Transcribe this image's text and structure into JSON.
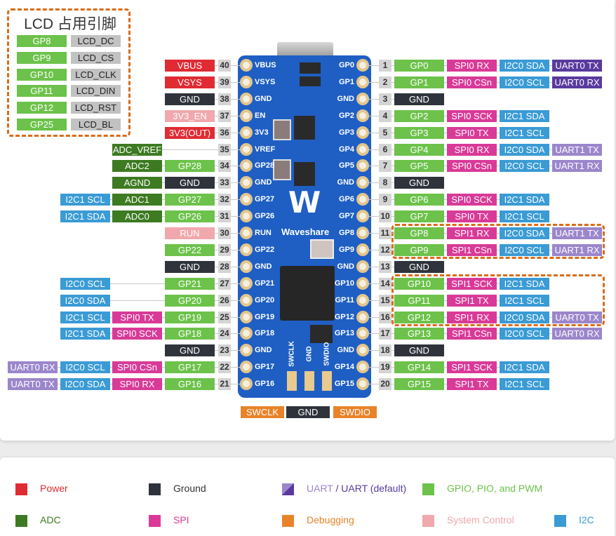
{
  "colors": {
    "power": "#e02b33",
    "ground": "#2f333b",
    "uart": "#9b86cc",
    "uart_default": "#5a3a9e",
    "gpio": "#6cc24a",
    "adc": "#3d7a22",
    "spi": "#d93a98",
    "debug": "#e8832a",
    "sysctl": "#f0a8ad",
    "i2c": "#3a9bd5",
    "lcd_fn": "#c2c2c2",
    "highlight": "#d96c1a",
    "board": "#1f5fc4"
  },
  "lcd_box": {
    "title": "LCD 占用引脚",
    "rows": [
      {
        "gpio": "GP8",
        "function": "LCD_DC"
      },
      {
        "gpio": "GP9",
        "function": "LCD_CS"
      },
      {
        "gpio": "GP10",
        "function": "LCD_CLK"
      },
      {
        "gpio": "GP11",
        "function": "LCD_DIN"
      },
      {
        "gpio": "GP12",
        "function": "LCD_RST"
      },
      {
        "gpio": "GP25",
        "function": "LCD_BL"
      }
    ]
  },
  "board": {
    "brand": "Waveshare",
    "left_silk": [
      "VBUS",
      "VSYS",
      "GND",
      "EN",
      "3V3",
      "VREF",
      "GP28",
      "GND",
      "GP27",
      "GP26",
      "RUN",
      "GP22",
      "GND",
      "GP21",
      "GP20",
      "GP19",
      "GP18",
      "GND",
      "GP17",
      "GP16"
    ],
    "right_silk": [
      "GP0",
      "GP1",
      "GND",
      "GP2",
      "GP3",
      "GP4",
      "GP5",
      "GND",
      "GP6",
      "GP7",
      "GP8",
      "GP9",
      "GND",
      "GP10",
      "GP11",
      "GP12",
      "GP13",
      "GND",
      "GP14",
      "GP15"
    ],
    "swd_silk": [
      "SWCLK",
      "GND",
      "SWDIO"
    ]
  },
  "left_pins": [
    {
      "num": "40",
      "labels": [
        {
          "t": "VBUS",
          "c": "power",
          "col": 0
        }
      ]
    },
    {
      "num": "39",
      "labels": [
        {
          "t": "VSYS",
          "c": "power",
          "col": 0
        }
      ]
    },
    {
      "num": "38",
      "labels": [
        {
          "t": "GND",
          "c": "ground",
          "col": 0
        }
      ]
    },
    {
      "num": "37",
      "labels": [
        {
          "t": "3V3_EN",
          "c": "sysctl",
          "col": 0
        }
      ]
    },
    {
      "num": "36",
      "labels": [
        {
          "t": "3V3(OUT)",
          "c": "power",
          "col": 0
        }
      ]
    },
    {
      "num": "35",
      "labels": [
        {
          "t": "ADC_VREF",
          "c": "adc",
          "col": 1
        }
      ]
    },
    {
      "num": "34",
      "labels": [
        {
          "t": "GP28",
          "c": "gpio",
          "col": 0
        },
        {
          "t": "ADC2",
          "c": "adc",
          "col": 1
        }
      ]
    },
    {
      "num": "33",
      "labels": [
        {
          "t": "GND",
          "c": "ground",
          "col": 0
        },
        {
          "t": "AGND",
          "c": "adc",
          "col": 1
        }
      ]
    },
    {
      "num": "32",
      "labels": [
        {
          "t": "GP27",
          "c": "gpio",
          "col": 0
        },
        {
          "t": "ADC1",
          "c": "adc",
          "col": 1
        },
        {
          "t": "I2C1 SCL",
          "c": "i2c",
          "col": 2
        }
      ]
    },
    {
      "num": "31",
      "labels": [
        {
          "t": "GP26",
          "c": "gpio",
          "col": 0
        },
        {
          "t": "ADC0",
          "c": "adc",
          "col": 1
        },
        {
          "t": "I2C1 SDA",
          "c": "i2c",
          "col": 2
        }
      ]
    },
    {
      "num": "30",
      "labels": [
        {
          "t": "RUN",
          "c": "sysctl",
          "col": 0
        }
      ]
    },
    {
      "num": "29",
      "labels": [
        {
          "t": "GP22",
          "c": "gpio",
          "col": 0
        }
      ]
    },
    {
      "num": "28",
      "labels": [
        {
          "t": "GND",
          "c": "ground",
          "col": 0
        }
      ]
    },
    {
      "num": "27",
      "labels": [
        {
          "t": "GP21",
          "c": "gpio",
          "col": 0
        },
        {
          "t": "I2C0 SCL",
          "c": "i2c",
          "col": 2
        }
      ]
    },
    {
      "num": "26",
      "labels": [
        {
          "t": "GP20",
          "c": "gpio",
          "col": 0
        },
        {
          "t": "I2C0 SDA",
          "c": "i2c",
          "col": 2
        }
      ]
    },
    {
      "num": "25",
      "labels": [
        {
          "t": "GP19",
          "c": "gpio",
          "col": 0
        },
        {
          "t": "SPI0 TX",
          "c": "spi",
          "col": 1
        },
        {
          "t": "I2C1 SCL",
          "c": "i2c",
          "col": 2
        }
      ]
    },
    {
      "num": "24",
      "labels": [
        {
          "t": "GP18",
          "c": "gpio",
          "col": 0
        },
        {
          "t": "SPI0 SCK",
          "c": "spi",
          "col": 1
        },
        {
          "t": "I2C1 SDA",
          "c": "i2c",
          "col": 2
        }
      ]
    },
    {
      "num": "23",
      "labels": [
        {
          "t": "GND",
          "c": "ground",
          "col": 0
        }
      ]
    },
    {
      "num": "22",
      "labels": [
        {
          "t": "GP17",
          "c": "gpio",
          "col": 0
        },
        {
          "t": "SPI0 CSn",
          "c": "spi",
          "col": 1
        },
        {
          "t": "I2C0 SCL",
          "c": "i2c",
          "col": 2
        },
        {
          "t": "UART0 RX",
          "c": "uart",
          "col": 3
        }
      ]
    },
    {
      "num": "21",
      "labels": [
        {
          "t": "GP16",
          "c": "gpio",
          "col": 0
        },
        {
          "t": "SPI0 RX",
          "c": "spi",
          "col": 1
        },
        {
          "t": "I2C0 SDA",
          "c": "i2c",
          "col": 2
        },
        {
          "t": "UART0 TX",
          "c": "uart",
          "col": 3
        }
      ]
    }
  ],
  "right_pins": [
    {
      "num": "1",
      "labels": [
        {
          "t": "GP0",
          "c": "gpio"
        },
        {
          "t": "SPI0 RX",
          "c": "spi"
        },
        {
          "t": "I2C0 SDA",
          "c": "i2c"
        },
        {
          "t": "UART0 TX",
          "c": "uart_default"
        }
      ]
    },
    {
      "num": "2",
      "labels": [
        {
          "t": "GP1",
          "c": "gpio"
        },
        {
          "t": "SPI0 CSn",
          "c": "spi"
        },
        {
          "t": "I2C0 SCL",
          "c": "i2c"
        },
        {
          "t": "UART0 RX",
          "c": "uart_default"
        }
      ]
    },
    {
      "num": "3",
      "labels": [
        {
          "t": "GND",
          "c": "ground"
        }
      ]
    },
    {
      "num": "4",
      "labels": [
        {
          "t": "GP2",
          "c": "gpio"
        },
        {
          "t": "SPI0 SCK",
          "c": "spi"
        },
        {
          "t": "I2C1 SDA",
          "c": "i2c"
        }
      ]
    },
    {
      "num": "5",
      "labels": [
        {
          "t": "GP3",
          "c": "gpio"
        },
        {
          "t": "SPI0 TX",
          "c": "spi"
        },
        {
          "t": "I2C1 SCL",
          "c": "i2c"
        }
      ]
    },
    {
      "num": "6",
      "labels": [
        {
          "t": "GP4",
          "c": "gpio"
        },
        {
          "t": "SPI0 RX",
          "c": "spi"
        },
        {
          "t": "I2C0 SDA",
          "c": "i2c"
        },
        {
          "t": "UART1 TX",
          "c": "uart"
        }
      ]
    },
    {
      "num": "7",
      "labels": [
        {
          "t": "GP5",
          "c": "gpio"
        },
        {
          "t": "SPI0 CSn",
          "c": "spi"
        },
        {
          "t": "I2C0 SCL",
          "c": "i2c"
        },
        {
          "t": "UART1 RX",
          "c": "uart"
        }
      ]
    },
    {
      "num": "8",
      "labels": [
        {
          "t": "GND",
          "c": "ground"
        }
      ]
    },
    {
      "num": "9",
      "labels": [
        {
          "t": "GP6",
          "c": "gpio"
        },
        {
          "t": "SPI0 SCK",
          "c": "spi"
        },
        {
          "t": "I2C1 SDA",
          "c": "i2c"
        }
      ]
    },
    {
      "num": "10",
      "labels": [
        {
          "t": "GP7",
          "c": "gpio"
        },
        {
          "t": "SPI0 TX",
          "c": "spi"
        },
        {
          "t": "I2C1 SCL",
          "c": "i2c"
        }
      ]
    },
    {
      "num": "11",
      "labels": [
        {
          "t": "GP8",
          "c": "gpio"
        },
        {
          "t": "SPI1 RX",
          "c": "spi"
        },
        {
          "t": "I2C0 SDA",
          "c": "i2c"
        },
        {
          "t": "UART1 TX",
          "c": "uart"
        }
      ]
    },
    {
      "num": "12",
      "labels": [
        {
          "t": "GP9",
          "c": "gpio"
        },
        {
          "t": "SPI1 CSn",
          "c": "spi"
        },
        {
          "t": "I2C0 SCL",
          "c": "i2c"
        },
        {
          "t": "UART1 RX",
          "c": "uart"
        }
      ]
    },
    {
      "num": "13",
      "labels": [
        {
          "t": "GND",
          "c": "ground"
        }
      ]
    },
    {
      "num": "14",
      "labels": [
        {
          "t": "GP10",
          "c": "gpio"
        },
        {
          "t": "SPI1 SCK",
          "c": "spi"
        },
        {
          "t": "I2C1 SDA",
          "c": "i2c"
        }
      ]
    },
    {
      "num": "15",
      "labels": [
        {
          "t": "GP11",
          "c": "gpio"
        },
        {
          "t": "SPI1 TX",
          "c": "spi"
        },
        {
          "t": "I2C1 SCL",
          "c": "i2c"
        }
      ]
    },
    {
      "num": "16",
      "labels": [
        {
          "t": "GP12",
          "c": "gpio"
        },
        {
          "t": "SPI1 RX",
          "c": "spi"
        },
        {
          "t": "I2C0 SDA",
          "c": "i2c"
        },
        {
          "t": "UART0 TX",
          "c": "uart"
        }
      ]
    },
    {
      "num": "17",
      "labels": [
        {
          "t": "GP13",
          "c": "gpio"
        },
        {
          "t": "SPI1 CSn",
          "c": "spi"
        },
        {
          "t": "I2C0 SCL",
          "c": "i2c"
        },
        {
          "t": "UART0 RX",
          "c": "uart"
        }
      ]
    },
    {
      "num": "18",
      "labels": [
        {
          "t": "GND",
          "c": "ground"
        }
      ]
    },
    {
      "num": "19",
      "labels": [
        {
          "t": "GP14",
          "c": "gpio"
        },
        {
          "t": "SPI1 SCK",
          "c": "spi"
        },
        {
          "t": "I2C1 SDA",
          "c": "i2c"
        }
      ]
    },
    {
      "num": "20",
      "labels": [
        {
          "t": "GP15",
          "c": "gpio"
        },
        {
          "t": "SPI1 TX",
          "c": "spi"
        },
        {
          "t": "I2C1 SCL",
          "c": "i2c"
        }
      ]
    }
  ],
  "bottom_pins": [
    {
      "t": "SWCLK",
      "c": "debug"
    },
    {
      "t": "GND",
      "c": "ground"
    },
    {
      "t": "SWDIO",
      "c": "debug"
    }
  ],
  "legend": [
    {
      "label": "Power",
      "c": "power"
    },
    {
      "label": "Ground",
      "c": "ground"
    },
    {
      "label": "UART",
      "label2": "UART (default)",
      "sep": " / ",
      "c": "uart"
    },
    {
      "label": "GPIO, PIO, and PWM",
      "c": "gpio"
    },
    {
      "label": "ADC",
      "c": "adc"
    },
    {
      "label": "SPI",
      "c": "spi"
    },
    {
      "label": "Debugging",
      "c": "debug"
    },
    {
      "label": "System Control",
      "c": "sysctl"
    },
    {
      "label": "I2C",
      "c": "i2c"
    }
  ]
}
